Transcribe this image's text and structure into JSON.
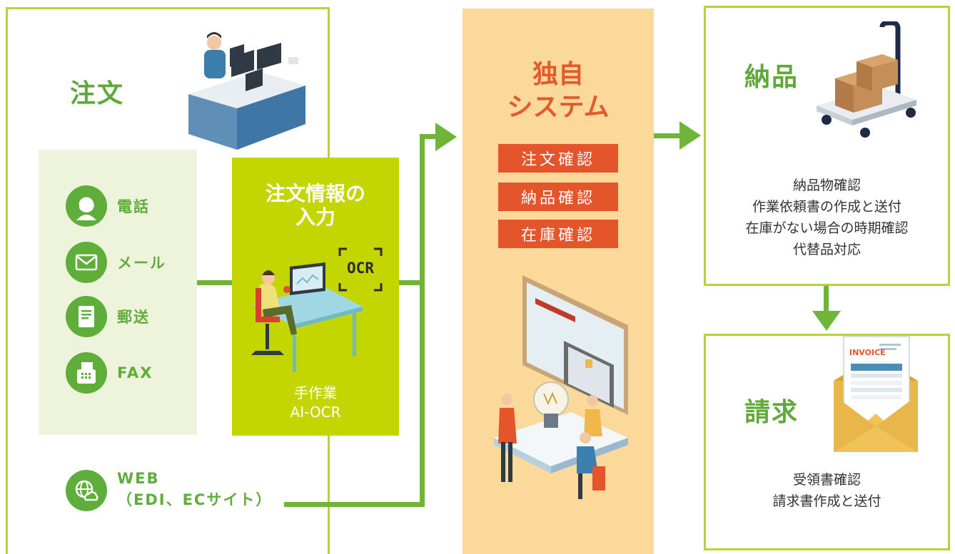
{
  "order": {
    "title": "注文",
    "channels": [
      {
        "label": "電話",
        "icon": "headset-operator-icon"
      },
      {
        "label": "メール",
        "icon": "envelope-icon"
      },
      {
        "label": "郵送",
        "icon": "mail-document-icon"
      },
      {
        "label": "FAX",
        "icon": "fax-machine-icon"
      }
    ],
    "web": {
      "label_line1": "WEB",
      "label_line2": "（EDI、ECサイト）",
      "icon": "globe-cloud-icon"
    },
    "input": {
      "title_line1": "注文情報の",
      "title_line2": "入力",
      "ocr_label": "OCR",
      "method_line1": "手作業",
      "method_line2": "AI-OCR"
    }
  },
  "system": {
    "title_line1": "独自",
    "title_line2": "システム",
    "checks": [
      "注文確認",
      "納品確認",
      "在庫確認"
    ]
  },
  "delivery": {
    "title": "納品",
    "tasks": [
      "納品物確認",
      "作業依頼書の作成と送付",
      "在庫がない場合の時期確認",
      "代替品対応"
    ]
  },
  "invoice": {
    "title": "請求",
    "doc_label": "INVOICE",
    "tasks": [
      "受領書確認",
      "請求書作成と送付"
    ]
  },
  "colors": {
    "frame_green": "#b5d33a",
    "title_green": "#5fa93a",
    "channel_green": "#5fad3a",
    "input_lime": "#c4d602",
    "system_bg": "#fbd99b",
    "tag_red": "#e4552b",
    "arrow_green": "#6fb53a"
  }
}
